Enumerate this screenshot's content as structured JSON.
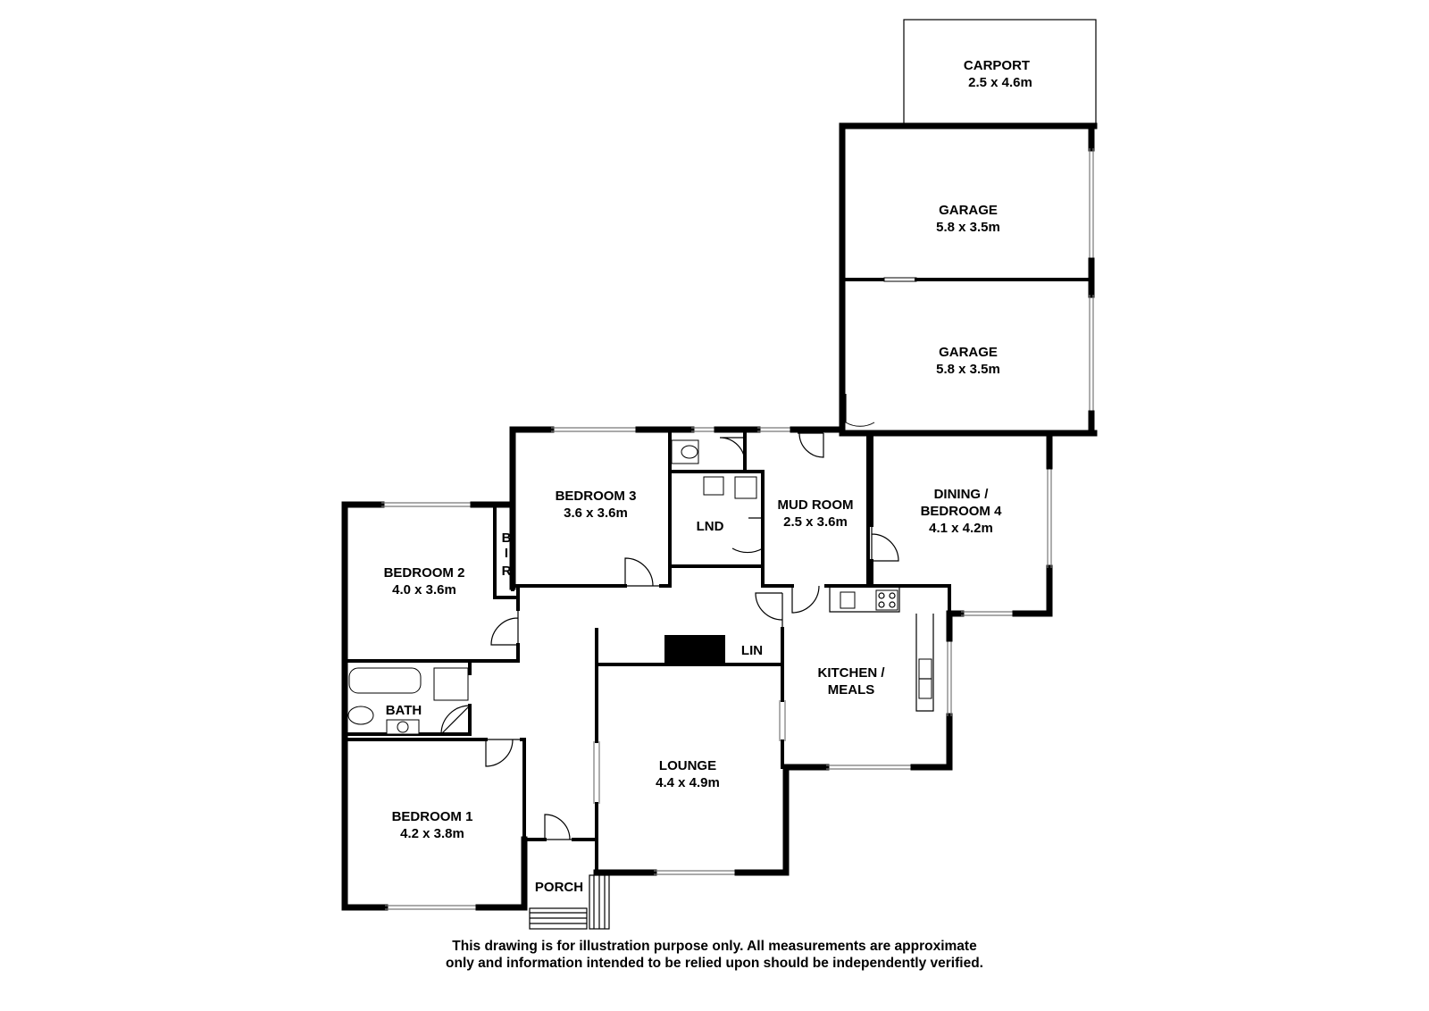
{
  "rooms": {
    "carport": {
      "name": "CARPORT",
      "size": "2.5 x 4.6m"
    },
    "garage_top": {
      "name": "GARAGE",
      "size": "5.8 x 3.5m"
    },
    "garage_bottom": {
      "name": "GARAGE",
      "size": "5.8 x 3.5m"
    },
    "bedroom3": {
      "name": "BEDROOM 3",
      "size": "3.6 x 3.6m"
    },
    "mud_room": {
      "name": "MUD ROOM",
      "size": "2.5 x 3.6m"
    },
    "dining": {
      "name_line1": "DINING /",
      "name_line2": "BEDROOM 4",
      "size": "4.1 x 4.2m"
    },
    "bedroom2": {
      "name": "BEDROOM 2",
      "size": "4.0 x 3.6m"
    },
    "lnd": {
      "name": "LND"
    },
    "bir": {
      "line1": "B",
      "line2": "I",
      "line3": "R"
    },
    "lin": {
      "name": "LIN"
    },
    "kitchen": {
      "name_line1": "KITCHEN /",
      "name_line2": "MEALS"
    },
    "bath": {
      "name": "BATH"
    },
    "lounge": {
      "name": "LOUNGE",
      "size": "4.4 x 4.9m"
    },
    "bedroom1": {
      "name": "BEDROOM 1",
      "size": "4.2 x 3.8m"
    },
    "porch": {
      "name": "PORCH"
    }
  },
  "disclaimer": {
    "line1": "This drawing is for illustration purpose only. All measurements are approximate",
    "line2": "only and information intended to be relied upon should be independently verified."
  }
}
